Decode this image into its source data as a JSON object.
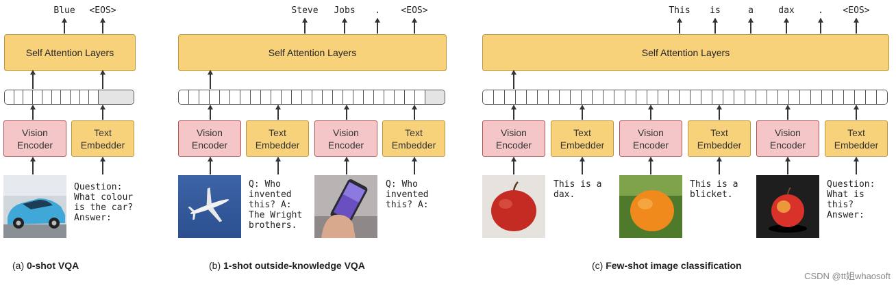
{
  "panels": {
    "a": {
      "outputs": [
        "Blue",
        "<EOS>"
      ],
      "self_attention": "Self Attention Layers",
      "encoders": [
        {
          "type": "vision",
          "line1": "Vision",
          "line2": "Encoder"
        },
        {
          "type": "text",
          "line1": "Text",
          "line2": "Embedder"
        }
      ],
      "input_text": "Question:\nWhat colour\nis the car?\nAnswer:",
      "caption_prefix": "(a) ",
      "caption_bold": "0-shot VQA"
    },
    "b": {
      "outputs": [
        "Steve",
        "Jobs",
        ".",
        "<EOS>"
      ],
      "self_attention": "Self Attention Layers",
      "encoders": [
        {
          "type": "vision",
          "line1": "Vision",
          "line2": "Encoder"
        },
        {
          "type": "text",
          "line1": "Text",
          "line2": "Embedder"
        },
        {
          "type": "vision",
          "line1": "Vision",
          "line2": "Encoder"
        },
        {
          "type": "text",
          "line1": "Text",
          "line2": "Embedder"
        }
      ],
      "input_text_1": "Q: Who\ninvented\nthis? A:\nThe Wright\nbrothers.",
      "input_text_2": "Q: Who\ninvented\nthis? A:",
      "caption_prefix": "(b) ",
      "caption_bold": "1-shot outside-knowledge VQA"
    },
    "c": {
      "outputs": [
        "This",
        "is",
        "a",
        "dax",
        ".",
        "<EOS>"
      ],
      "self_attention": "Self Attention Layers",
      "encoders": [
        {
          "type": "vision",
          "line1": "Vision",
          "line2": "Encoder"
        },
        {
          "type": "text",
          "line1": "Text",
          "line2": "Embedder"
        },
        {
          "type": "vision",
          "line1": "Vision",
          "line2": "Encoder"
        },
        {
          "type": "text",
          "line1": "Text",
          "line2": "Embedder"
        },
        {
          "type": "vision",
          "line1": "Vision",
          "line2": "Encoder"
        },
        {
          "type": "text",
          "line1": "Text",
          "line2": "Embedder"
        }
      ],
      "input_text_1": "This is a\ndax.",
      "input_text_2": "This is a\nblicket.",
      "input_text_3": "Question:\nWhat is\nthis?\nAnswer:",
      "caption_prefix": "(c) ",
      "caption_bold": "Few-shot image classification"
    }
  },
  "watermark": "CSDN @tt姐whaosoft",
  "colors": {
    "self_attention_fill": "#f8d27a",
    "vision_encoder_fill": "#f4c6c8",
    "text_embedder_fill": "#f8d27a"
  }
}
